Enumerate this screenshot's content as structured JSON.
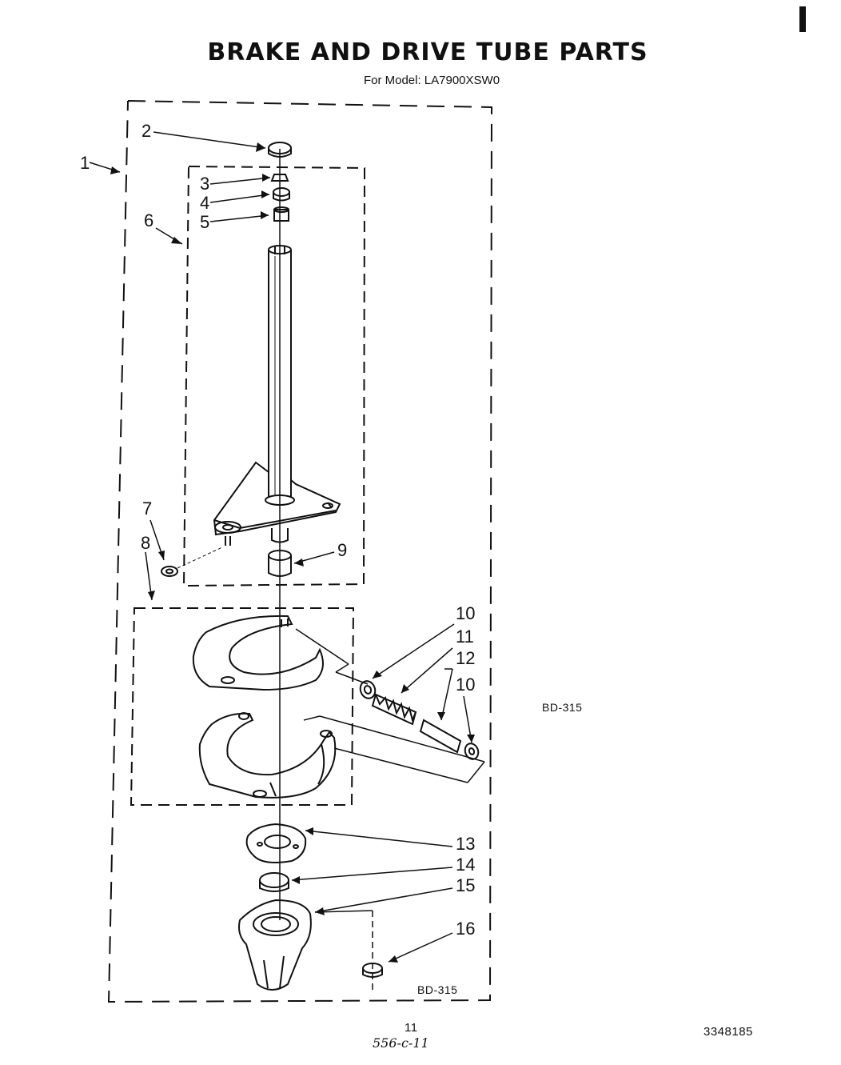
{
  "header": {
    "title": "BRAKE AND DRIVE TUBE PARTS",
    "subtitle": "For Model: LA7900XSW0"
  },
  "callouts": [
    "1",
    "2",
    "3",
    "4",
    "5",
    "6",
    "7",
    "8",
    "9",
    "10",
    "11",
    "12",
    "10",
    "13",
    "14",
    "15",
    "16"
  ],
  "reference_codes": {
    "side_code": "BD-315",
    "inner_code": "BD-315"
  },
  "footer": {
    "page_number": "11",
    "handwritten_note": "556-c-11",
    "part_number": "3348185"
  }
}
